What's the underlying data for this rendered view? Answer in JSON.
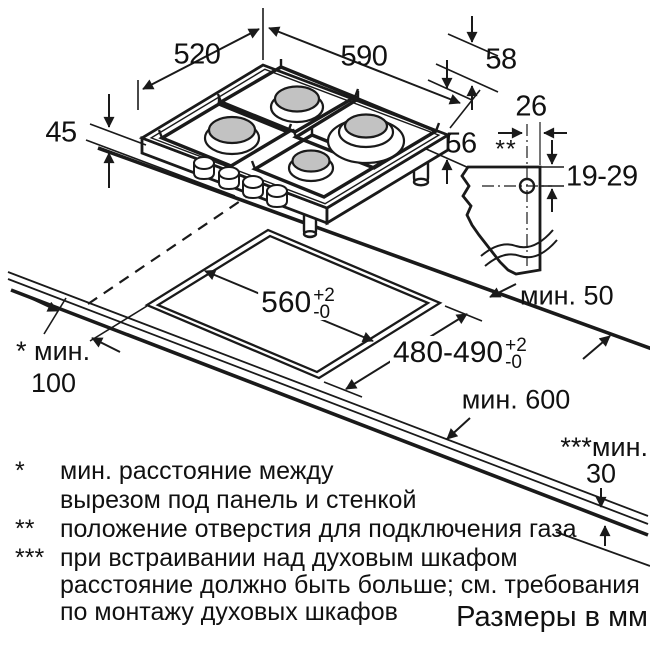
{
  "dimensions": {
    "hob_depth": "520",
    "hob_width": "590",
    "edge_height_back": "58",
    "hob_height": "45",
    "edge_height_side": "56",
    "gas_hole_offset": "26",
    "gas_hole_marker": "**",
    "gas_hole_vertical": "19-29",
    "min_back_clearance": "мин. 50",
    "cutout_width": "560",
    "cutout_depth": "480-490",
    "tolerance_plus": "+2",
    "tolerance_minus": "-0",
    "min_side_label": "* мин.",
    "min_side_value": "100",
    "min_worktop_depth": "мин. 600",
    "min_below_label": "***мин.",
    "min_below_value": "30"
  },
  "footnotes": [
    {
      "marker": "*",
      "line1": "мин. расстояние между",
      "line2": "вырезом под панель и стенкой"
    },
    {
      "marker": "**",
      "line1": "положение отверстия для подключения газа"
    },
    {
      "marker": "***",
      "line1": "при встраивании над духовым шкафом",
      "line2": "расстояние должно быть больше; см. требования",
      "line3": "по монтажу духовых шкафов"
    }
  ],
  "units_note": "Размеры в мм",
  "colors": {
    "line": "#1a1a1a",
    "burner_gray": "#c2c2c2",
    "background": "#ffffff"
  }
}
